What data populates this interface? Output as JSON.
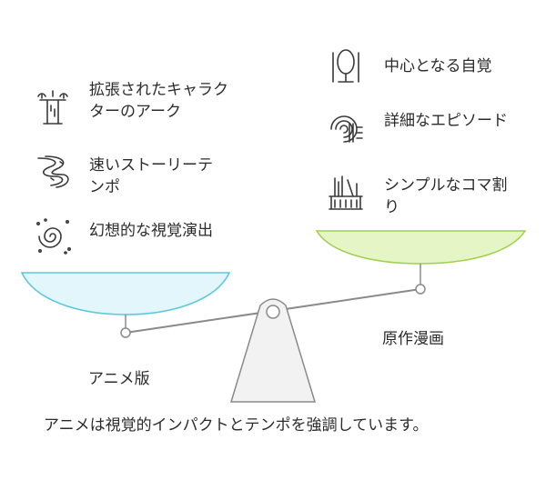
{
  "anime": {
    "label": "アニメ版",
    "items": [
      {
        "text": "拡張されたキャラクターのアーク",
        "icon": "tree-icon"
      },
      {
        "text": "速いストーリーテンポ",
        "icon": "river-icon"
      },
      {
        "text": "幻想的な視覚演出",
        "icon": "swirl-icon"
      }
    ]
  },
  "original": {
    "label": "原作漫画",
    "items": [
      {
        "text": "中心となる自覚",
        "icon": "mirror-icon"
      },
      {
        "text": "詳細なエピソード",
        "icon": "fingerprint-icon"
      },
      {
        "text": "シンプルなコマ割り",
        "icon": "bookshelf-icon"
      }
    ]
  },
  "caption": "アニメは視覚的インパクトとテンポを強調しています。",
  "colors": {
    "left_pan_fill": "#e2f6fb",
    "left_pan_stroke": "#5bc8de",
    "right_pan_fill": "#e6f5c6",
    "right_pan_stroke": "#9ed04a",
    "frame": "#8a8a8a"
  }
}
